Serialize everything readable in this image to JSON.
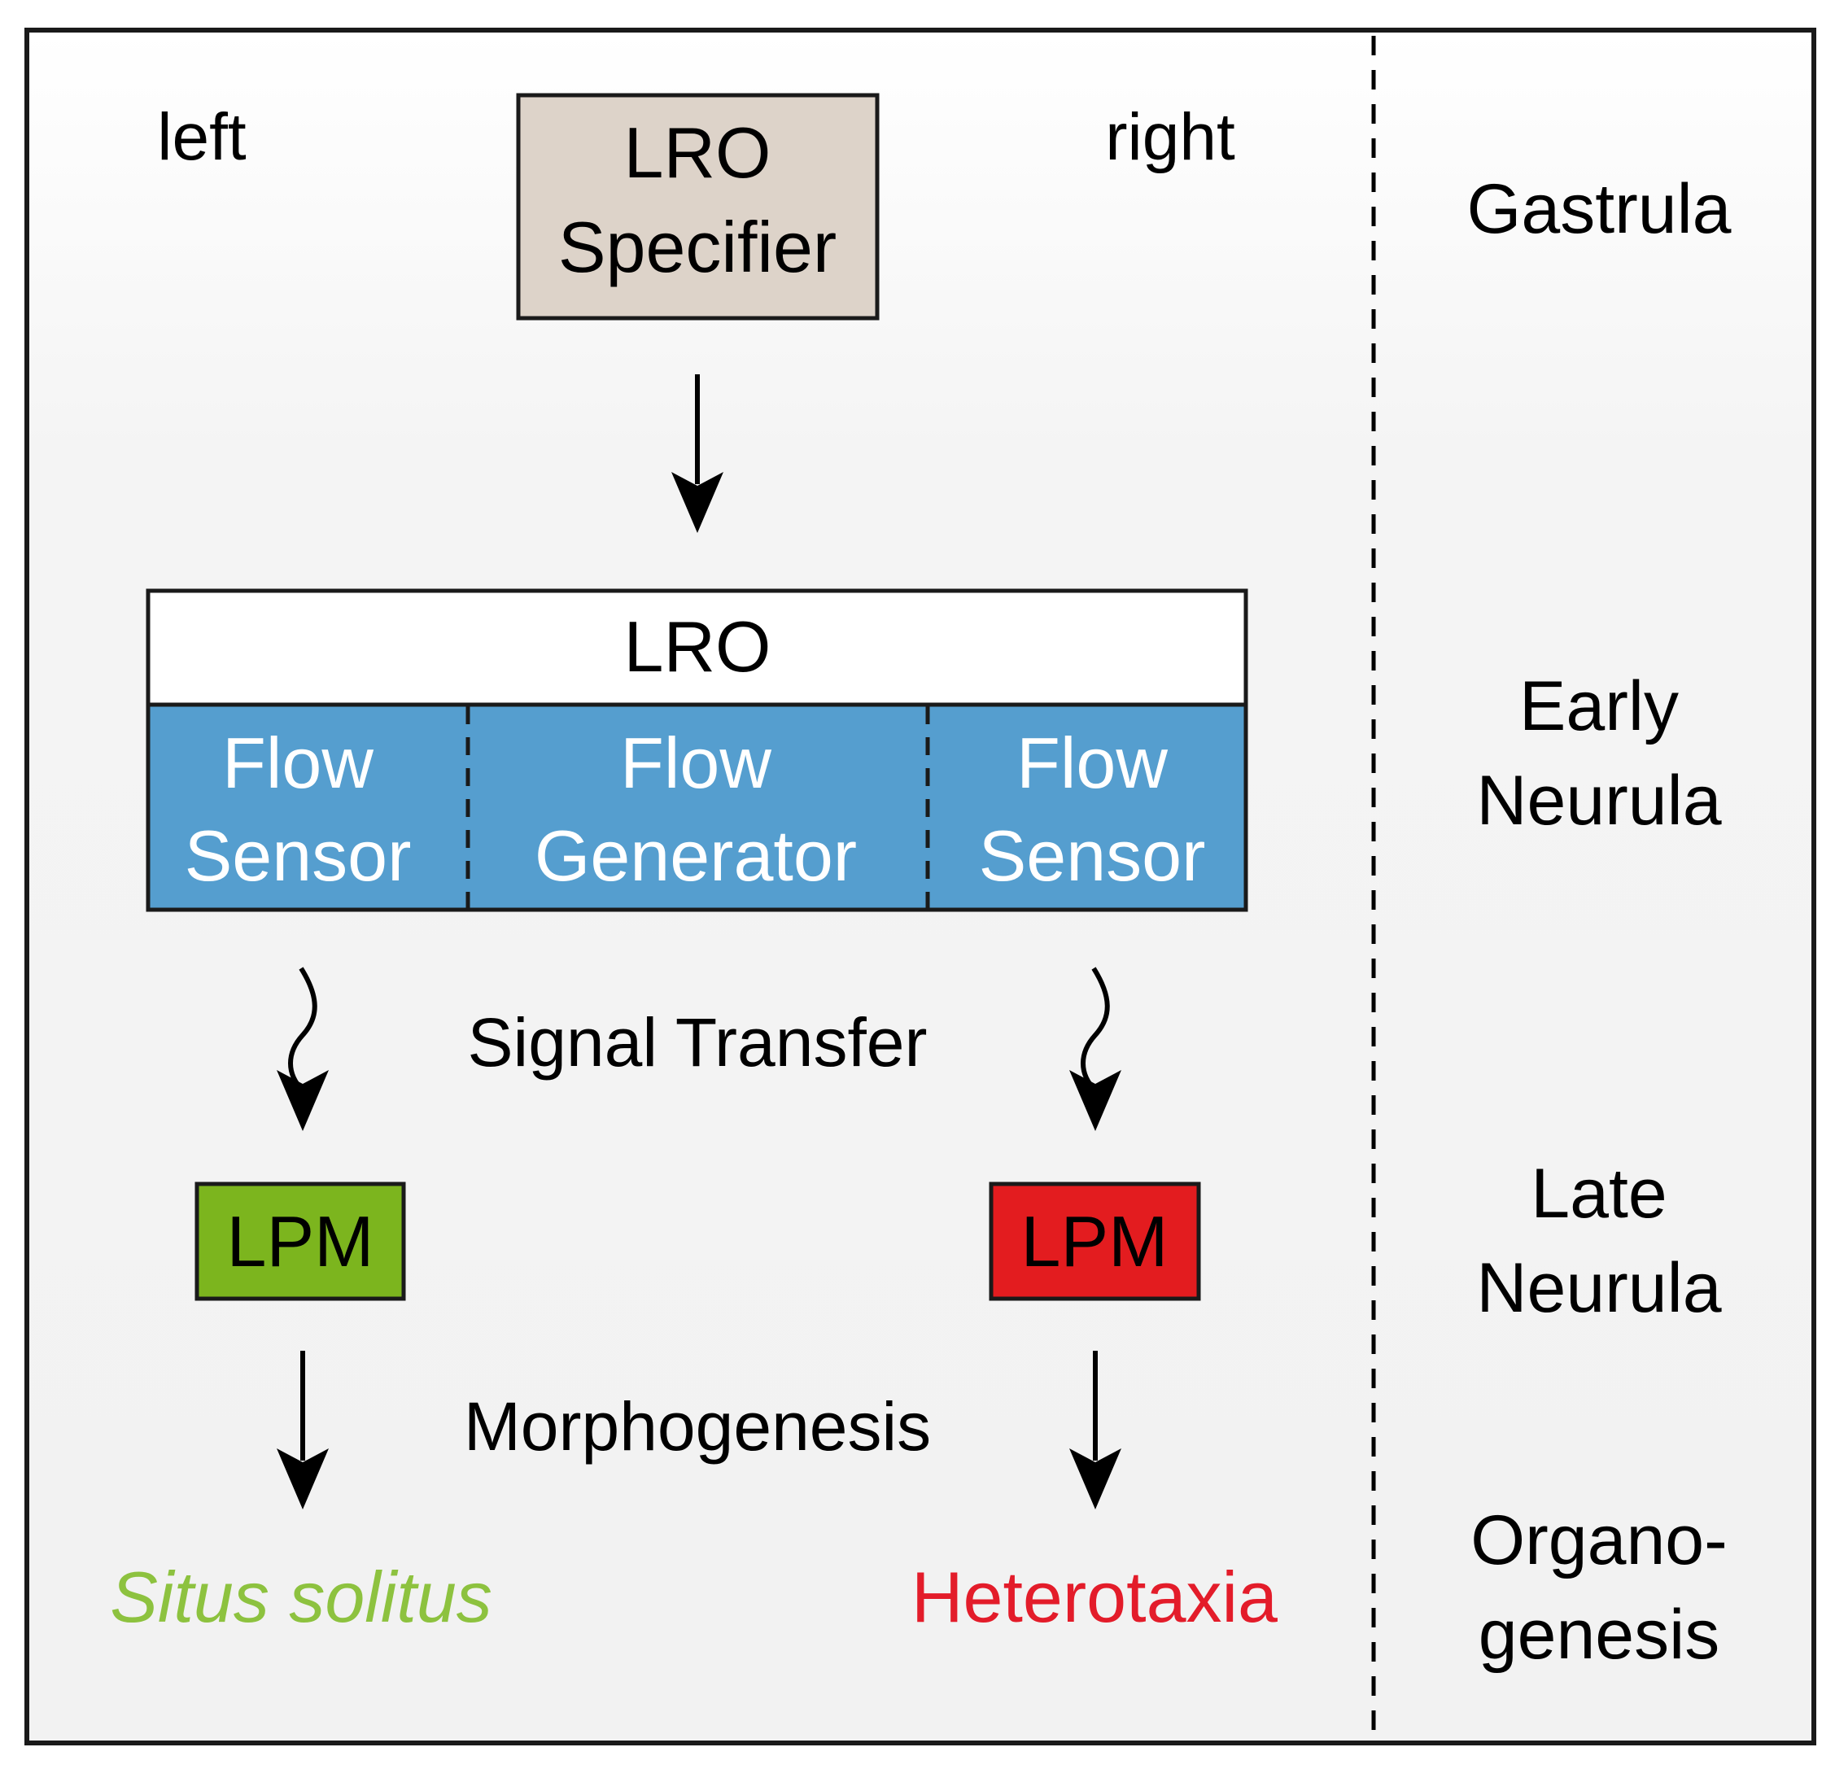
{
  "sides": {
    "left": "left",
    "right": "right"
  },
  "stages": {
    "gastrula": "Gastrula",
    "early_line1": "Early",
    "early_line2": "Neurula",
    "late_line1": "Late",
    "late_line2": "Neurula",
    "organo_line1": "Organo-",
    "organo_line2": "genesis"
  },
  "specifier": {
    "line1": "LRO",
    "line2": "Specifier"
  },
  "lro": {
    "title": "LRO",
    "cells": [
      {
        "line1": "Flow",
        "line2": "Sensor"
      },
      {
        "line1": "Flow",
        "line2": "Generator"
      },
      {
        "line1": "Flow",
        "line2": "Sensor"
      }
    ]
  },
  "process": {
    "signal_transfer": "Signal Transfer",
    "morphogenesis": "Morphogenesis"
  },
  "lpm": {
    "left": "LPM",
    "right": "LPM"
  },
  "outcomes": {
    "left": "Situs solitus",
    "right": "Heterotaxia"
  },
  "colors": {
    "background": "#f3f3f3",
    "frame": "#1a1a1a",
    "specifier_fill": "#ddd3c9",
    "flow_fill": "#559ecf",
    "lro_header_fill": "#ffffff",
    "lpm_left_fill": "#7cb51e",
    "lpm_right_fill": "#e31c1f",
    "situs_text": "#8dc23f",
    "heterotaxia_text": "#e31c2a",
    "arrow": "#000000"
  }
}
